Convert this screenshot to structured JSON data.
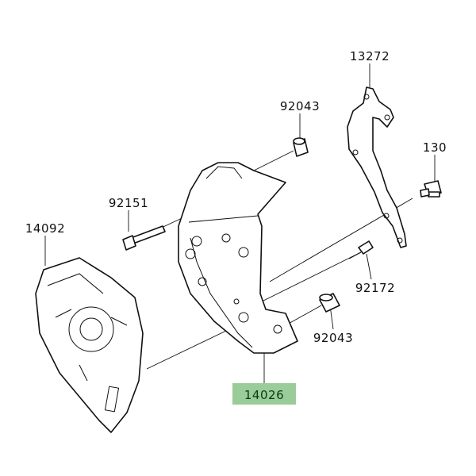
{
  "diagram": {
    "highlight_color": "#99cc99",
    "parts": [
      {
        "id": "gasket",
        "number": "13272"
      },
      {
        "id": "collar-top",
        "number": "92043"
      },
      {
        "id": "bolt-130",
        "number": "130"
      },
      {
        "id": "bolt-92151",
        "number": "92151"
      },
      {
        "id": "sprocket-cover",
        "number": "14092"
      },
      {
        "id": "bolt-92172",
        "number": "92172"
      },
      {
        "id": "collar-bottom",
        "number": "92043"
      },
      {
        "id": "cover-bracket",
        "number": "14026",
        "highlighted": true
      }
    ]
  }
}
